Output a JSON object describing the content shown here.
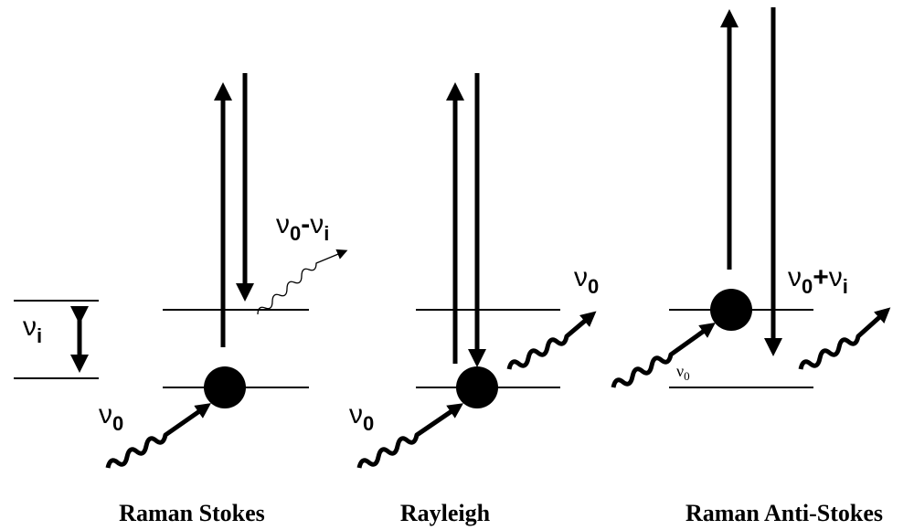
{
  "panels": [
    {
      "title": "Raman Stokes",
      "incident": {
        "symbol": "ν",
        "sub": "0"
      },
      "scattered": {
        "symbol_a": "ν",
        "sub_a": "0",
        "operator": "-",
        "symbol_b": "ν",
        "sub_b": "i"
      }
    },
    {
      "title": "Rayleigh",
      "incident": {
        "symbol": "ν",
        "sub": "0"
      },
      "scattered": {
        "symbol": "ν",
        "sub": "0"
      }
    },
    {
      "title": "Raman Anti-Stokes",
      "incident": {
        "symbol": "ν",
        "sub": "0"
      },
      "scattered": {
        "symbol_a": "ν",
        "sub_a": "0",
        "operator": "+",
        "symbol_b": "ν",
        "sub_b": "i"
      }
    }
  ],
  "scale": {
    "symbol": "ν",
    "sub": "i"
  }
}
